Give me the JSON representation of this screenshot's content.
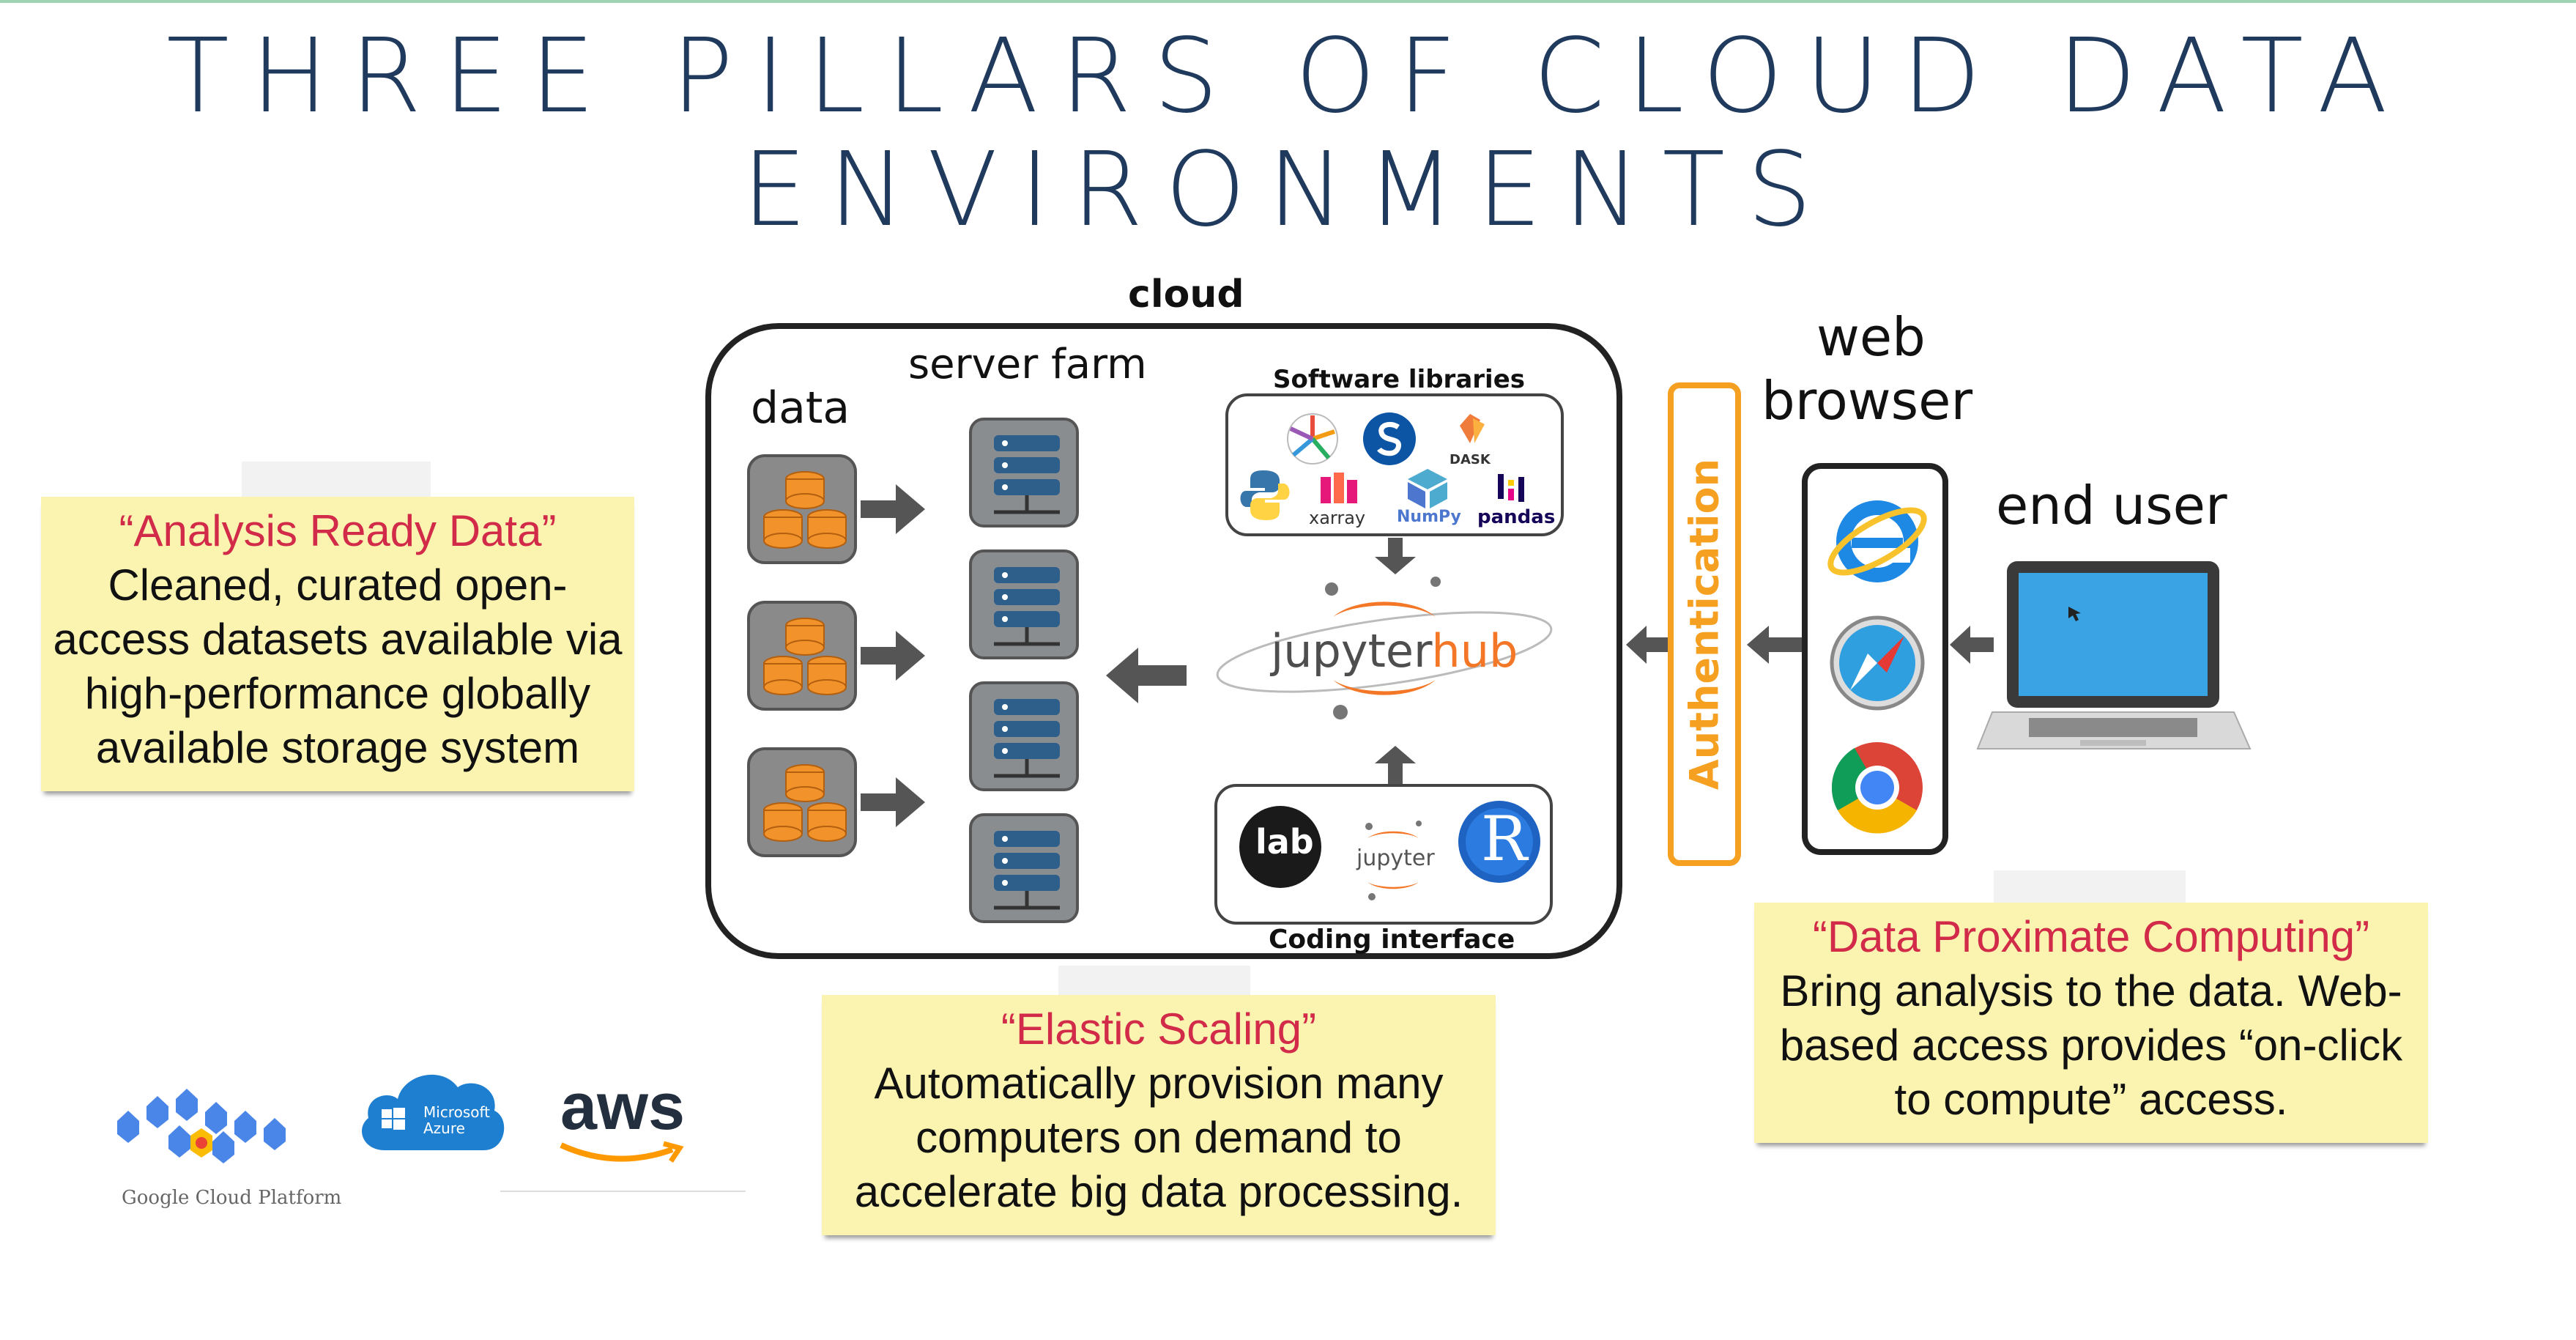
{
  "title": {
    "line1": "THREE PILLARS OF CLOUD DATA",
    "line2": "ENVIRONMENTS"
  },
  "diagram": {
    "cloud_label": "cloud",
    "data_label": "data",
    "server_farm_label": "server farm",
    "software_libraries_label": "Software libraries",
    "coding_interface_label": "Coding interface",
    "jupyterhub_text": "jupyter",
    "jupyterhub_suffix": "hub",
    "authentication_label": "Authentication",
    "web_browser_label_1": "web",
    "web_browser_label_2": "browser",
    "end_user_label": "end user",
    "libraries": {
      "dask": "DASK",
      "xarray": "xarray",
      "numpy": "NumPy",
      "pandas": "pandas"
    },
    "coding": {
      "lab": "lab",
      "jupyter": "jupyter",
      "r": "R"
    }
  },
  "notes": {
    "ard": {
      "heading": "“Analysis Ready Data”",
      "lines": [
        "Cleaned, curated open-",
        "access datasets available via",
        "high-performance globally",
        "available storage system"
      ]
    },
    "elastic": {
      "heading": "“Elastic Scaling”",
      "lines": [
        "Automatically provision many",
        "computers on demand to",
        "accelerate big data processing."
      ]
    },
    "dpc": {
      "heading": "“Data Proximate Computing”",
      "lines": [
        "Bring analysis to the data. Web-",
        "based access provides “on-click",
        "to compute” access."
      ]
    }
  },
  "logos": {
    "gcp": "Google Cloud Platform",
    "azure_1": "Microsoft",
    "azure_2": "Azure",
    "aws": "aws"
  },
  "colors": {
    "title": "#1f3a5c",
    "note_bg": "#faf4b0",
    "note_heading": "#d22b4a",
    "auth": "#f5a020",
    "db_orange": "#f2922a",
    "server_blue": "#2d5f8a"
  }
}
